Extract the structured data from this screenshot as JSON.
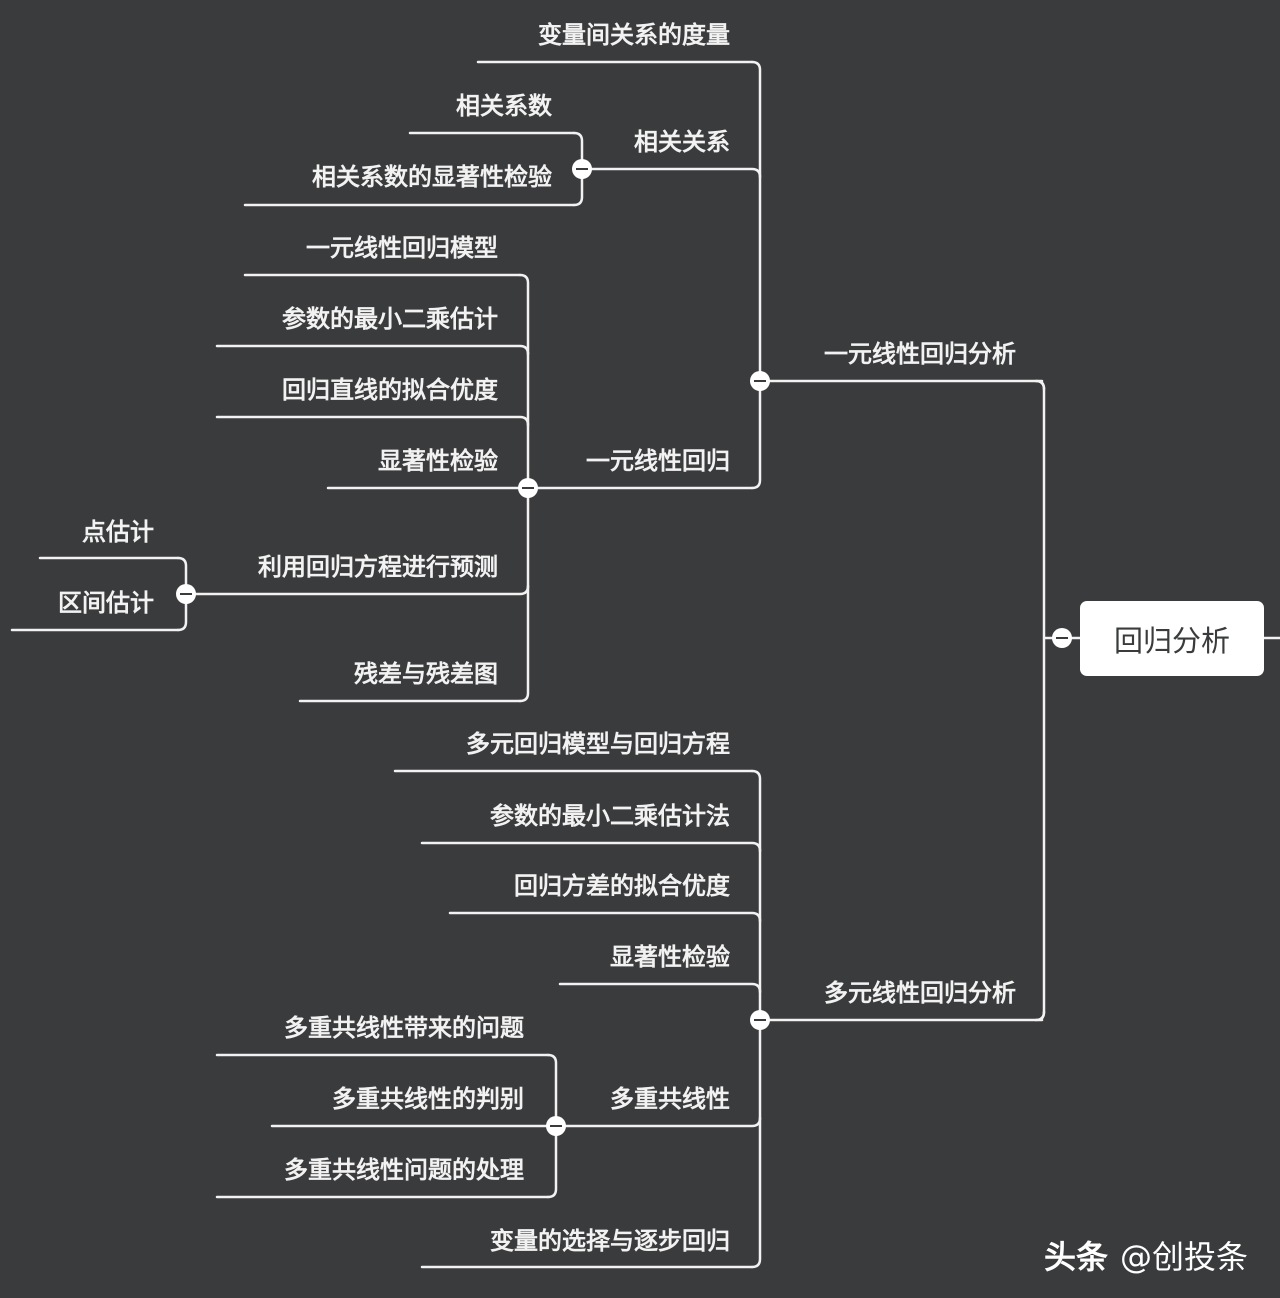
{
  "root": {
    "label": "回归分析"
  },
  "branches": {
    "simple": {
      "label": "一元线性回归分析",
      "measure": "变量间关系的度量",
      "correlation": {
        "label": "相关关系",
        "children": [
          "相关系数",
          "相关系数的显著性检验"
        ]
      },
      "regression": {
        "label": "一元线性回归",
        "children": [
          "一元线性回归模型",
          "参数的最小二乘估计",
          "回归直线的拟合优度",
          "显著性检验"
        ],
        "predict": {
          "label": "利用回归方程进行预测",
          "children": [
            "点估计",
            "区间估计"
          ]
        },
        "residual": "残差与残差图"
      }
    },
    "multi": {
      "label": "多元线性回归分析",
      "children": [
        "多元回归模型与回归方程",
        "参数的最小二乘估计法",
        "回归方差的拟合优度",
        "显著性检验"
      ],
      "collinearity": {
        "label": "多重共线性",
        "children": [
          "多重共线性带来的问题",
          "多重共线性的判别",
          "多重共线性问题的处理"
        ]
      },
      "stepwise": "变量的选择与逐步回归"
    }
  },
  "watermark": {
    "brand": "头条",
    "author": "@创投条"
  },
  "colors": {
    "background": "#3a3b3c",
    "line": "#f2f2f2",
    "text": "#f2f2f2",
    "root_box": "#ffffff"
  }
}
